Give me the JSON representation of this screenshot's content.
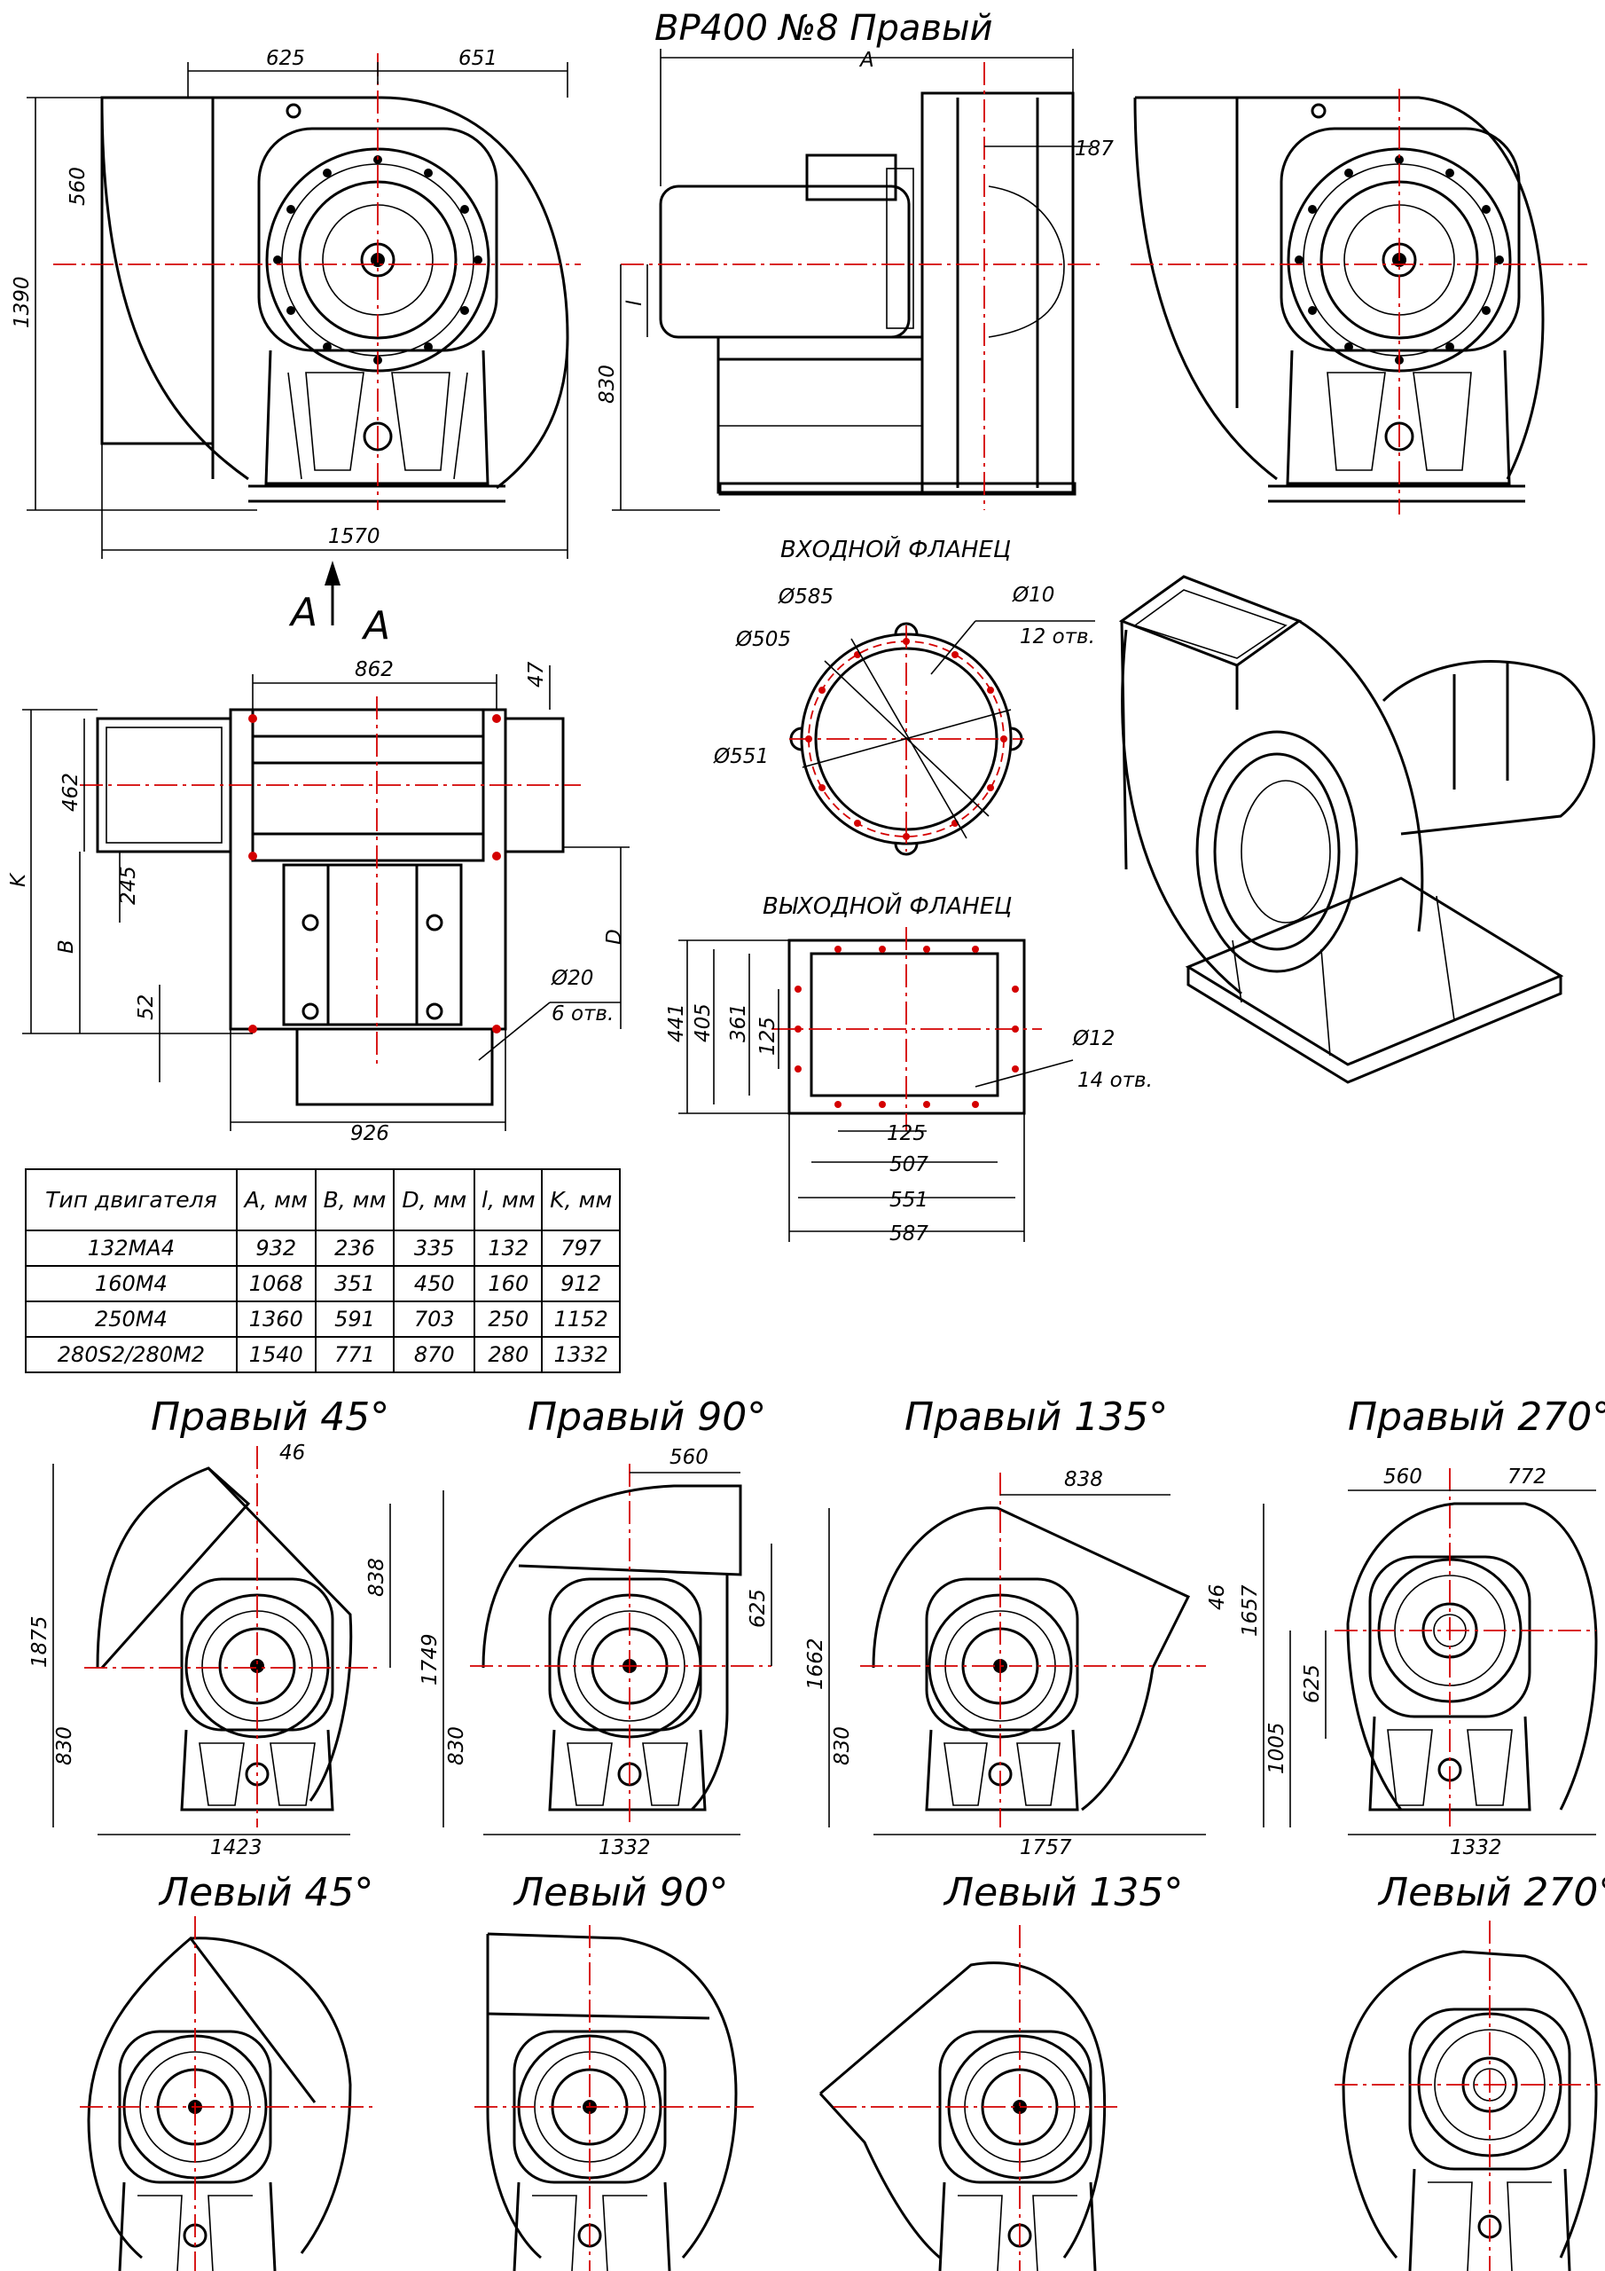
{
  "title": "ВР400 №8 Правый",
  "front_view": {
    "dims": {
      "left_width": "625",
      "right_width": "651",
      "total_width": "1570",
      "total_height": "1390",
      "top_height": "560"
    }
  },
  "side_view": {
    "dims": {
      "length_label": "A",
      "offset": "187",
      "shaft_label": "l",
      "axis_height": "830"
    }
  },
  "plan_view": {
    "view_label": "A",
    "dims": {
      "top_width": "862",
      "bottom_width": "926",
      "outlet_height": "462",
      "outlet_offset": "245",
      "outlet_gap": "52",
      "top_offset": "47",
      "k_label": "K",
      "b_label": "B",
      "d_label": "D",
      "hole_dia": "Ø20",
      "hole_count": "6 отв."
    }
  },
  "inlet_flange": {
    "title": "ВХОДНОЙ ФЛАНЕЦ",
    "dims": {
      "d1": "Ø585",
      "d2": "Ø505",
      "d3": "Ø551",
      "hole_dia": "Ø10",
      "hole_count": "12 отв."
    }
  },
  "outlet_flange": {
    "title": "ВЫХОДНОЙ ФЛАНЕЦ",
    "dims": {
      "h1": "441",
      "h2": "405",
      "h3": "361",
      "h4": "125",
      "w0": "125",
      "w1": "507",
      "w2": "551",
      "w3": "587",
      "hole_dia": "Ø12",
      "hole_count": "14 отв."
    }
  },
  "motor_table": {
    "headers": [
      "Тип двигателя",
      "A, мм",
      "B, мм",
      "D, мм",
      "l, мм",
      "K, мм"
    ],
    "rows": [
      [
        "132MA4",
        "932",
        "236",
        "335",
        "132",
        "797"
      ],
      [
        "160M4",
        "1068",
        "351",
        "450",
        "160",
        "912"
      ],
      [
        "250M4",
        "1360",
        "591",
        "703",
        "250",
        "1152"
      ],
      [
        "280S2/280M2",
        "1540",
        "771",
        "870",
        "280",
        "1332"
      ]
    ]
  },
  "orientations": [
    {
      "label": "Правый 45°",
      "dims": {
        "a": "46",
        "b": "838",
        "height": "1875",
        "axis": "830",
        "width": "1423"
      }
    },
    {
      "label": "Правый 90°",
      "dims": {
        "top": "560",
        "b": "625",
        "height": "1749",
        "axis": "830",
        "width": "1332"
      }
    },
    {
      "label": "Правый 135°",
      "dims": {
        "top": "838",
        "a": "46",
        "height": "1662",
        "axis": "830",
        "width": "1757"
      }
    },
    {
      "label": "Правый 270°",
      "dims": {
        "top_left": "560",
        "top_right": "772",
        "height": "1657",
        "h2": "1005",
        "b": "625",
        "width": "1332"
      }
    },
    {
      "label": "Левый 45°"
    },
    {
      "label": "Левый 90°"
    },
    {
      "label": "Левый 135°"
    },
    {
      "label": "Левый 270°"
    }
  ]
}
